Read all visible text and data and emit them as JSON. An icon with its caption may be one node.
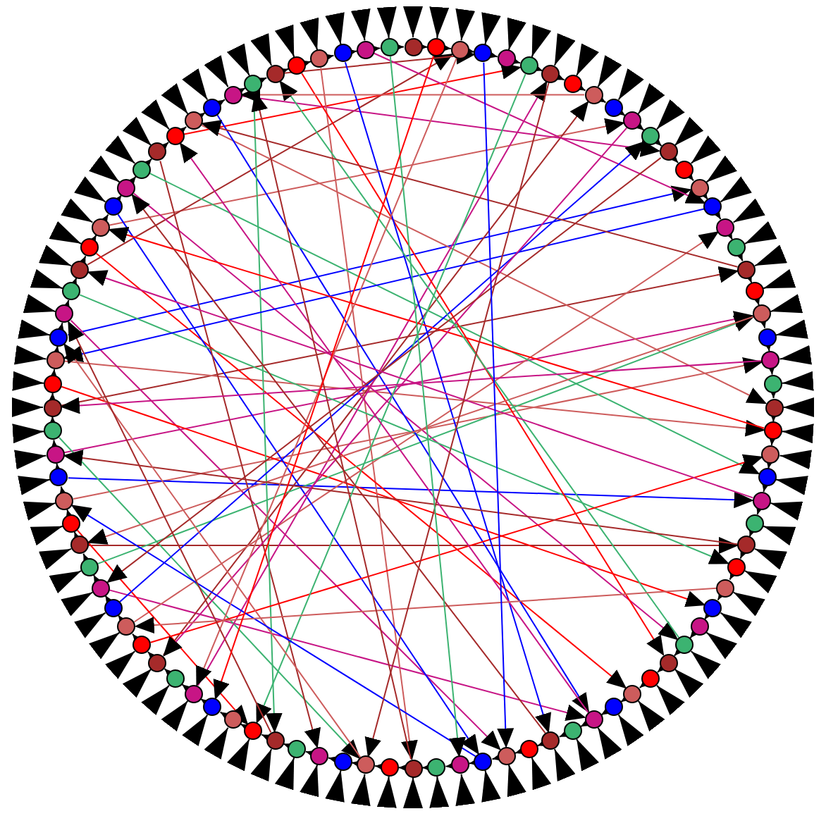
{
  "diagram": {
    "nodes": [
      {
        "text": [],
        "shape": "circle"
      },
      {
        "text": [],
        "shape": "circle"
      },
      {
        "text": [],
        "shape": "circle"
      },
      {
        "text": [],
        "shape": "circle"
      },
      {
        "text": [],
        "shape": "circle"
      },
      {
        "text": [],
        "shape": "circle"
      },
      {
        "text": [],
        "shape": "circle"
      },
      {
        "text": [],
        "shape": "circle"
      },
      {
        "text": [],
        "shape": "circle"
      },
      {
        "text": [],
        "shape": "circle"
      },
      {
        "text": [],
        "shape": "circle"
      },
      {
        "text": [],
        "shape": "circle"
      },
      {
        "text": [],
        "shape": "circle"
      },
      {
        "text": [],
        "shape": "circle"
      },
      {
        "text": [],
        "shape": "circle"
      },
      {
        "text": [],
        "shape": "circle"
      },
      {
        "text": [],
        "shape": "circle"
      },
      {
        "text": [],
        "shape": "circle"
      },
      {
        "text": [],
        "shape": "circle"
      },
      {
        "text": [],
        "shape": "circle"
      },
      {
        "text": [],
        "shape": "circle"
      },
      {
        "text": [],
        "shape": "circle"
      },
      {
        "text": [],
        "shape": "circle"
      },
      {
        "text": [],
        "shape": "circle"
      },
      {
        "text": [],
        "shape": "circle"
      },
      {
        "text": [],
        "shape": "circle"
      },
      {
        "text": [],
        "shape": "circle"
      },
      {
        "text": [],
        "shape": "circle"
      },
      {
        "text": [],
        "shape": "circle"
      },
      {
        "text": [],
        "shape": "circle"
      },
      {
        "text": [],
        "shape": "circle"
      },
      {
        "text": [],
        "shape": "circle"
      },
      {
        "text": [],
        "shape": "circle"
      },
      {
        "text": [],
        "shape": "circle"
      },
      {
        "text": [],
        "shape": "circle"
      },
      {
        "text": [],
        "shape": "circle"
      },
      {
        "text": [],
        "shape": "circle"
      },
      {
        "text": [],
        "shape": "circle"
      },
      {
        "text": [],
        "shape": "circle"
      },
      {
        "text": [],
        "shape": "circle"
      },
      {
        "text": [],
        "shape": "circle"
      },
      {
        "text": [],
        "shape": "circle"
      },
      {
        "text": [],
        "shape": "circle"
      },
      {
        "text": [],
        "shape": "circle"
      },
      {
        "text": [],
        "shape": "circle"
      },
      {
        "text": [],
        "shape": "circle"
      },
      {
        "text": [],
        "shape": "circle"
      },
      {
        "text": [],
        "shape": "circle"
      },
      {
        "text": [],
        "shape": "circle"
      },
      {
        "text": [],
        "shape": "circle"
      },
      {
        "text": [],
        "shape": "circle"
      },
      {
        "text": [],
        "shape": "circle"
      },
      {
        "text": [],
        "shape": "circle"
      },
      {
        "text": [],
        "shape": "circle"
      },
      {
        "text": [],
        "shape": "circle"
      },
      {
        "text": [],
        "shape": "circle"
      },
      {
        "text": [],
        "shape": "circle"
      },
      {
        "text": [],
        "shape": "circle"
      },
      {
        "text": [],
        "shape": "circle"
      },
      {
        "text": [],
        "shape": "circle"
      },
      {
        "text": [],
        "shape": "circle"
      },
      {
        "text": [],
        "shape": "circle"
      },
      {
        "text": [],
        "shape": "circle"
      },
      {
        "text": [],
        "shape": "circle"
      },
      {
        "text": [],
        "shape": "circle"
      },
      {
        "text": [],
        "shape": "circle"
      },
      {
        "text": [],
        "shape": "circle"
      },
      {
        "text": [],
        "shape": "circle"
      },
      {
        "text": [],
        "shape": "circle"
      },
      {
        "text": [],
        "shape": "circle"
      },
      {
        "text": [],
        "shape": "circle"
      },
      {
        "text": [],
        "shape": "circle"
      },
      {
        "text": [],
        "shape": "circle"
      },
      {
        "text": [],
        "shape": "circle"
      },
      {
        "text": [],
        "shape": "circle"
      },
      {
        "text": [],
        "shape": "circle"
      },
      {
        "text": [],
        "shape": "circle"
      },
      {
        "text": [],
        "shape": "circle"
      },
      {
        "text": [],
        "shape": "circle"
      },
      {
        "text": [],
        "shape": "circle"
      },
      {
        "text": [],
        "shape": "circle"
      },
      {
        "text": [],
        "shape": "circle"
      },
      {
        "text": [],
        "shape": "circle"
      },
      {
        "text": [],
        "shape": "circle"
      },
      {
        "text": [],
        "shape": "circle"
      },
      {
        "text": [],
        "shape": "circle"
      },
      {
        "text": [],
        "shape": "circle"
      },
      {
        "text": [],
        "shape": "circle"
      },
      {
        "text": [],
        "shape": "circle"
      },
      {
        "text": [],
        "shape": "circle"
      },
      {
        "text": [],
        "shape": "circle"
      },
      {
        "text": [],
        "shape": "circle"
      },
      {
        "text": [],
        "shape": "circle"
      },
      {
        "text": [],
        "shape": "circle"
      },
      {
        "text": [],
        "shape": "circle"
      },
      {
        "text": [],
        "shape": "circle"
      }
    ],
    "edges": [
      {
        "from": null,
        "to": 0,
        "arrow": "to"
      },
      {
        "from": null,
        "to": 1,
        "arrow": "to"
      },
      {
        "from": null,
        "to": 2,
        "arrow": "to"
      },
      {
        "from": null,
        "to": 3,
        "arrow": "to"
      },
      {
        "from": null,
        "to": 4,
        "arrow": "to"
      },
      {
        "from": null,
        "to": 5,
        "arrow": "to"
      },
      {
        "from": null,
        "to": 6,
        "arrow": "to"
      },
      {
        "from": null,
        "to": 7,
        "arrow": "to"
      },
      {
        "from": null,
        "to": 8,
        "arrow": "to"
      },
      {
        "from": null,
        "to": 9,
        "arrow": "to"
      },
      {
        "from": null,
        "to": 10,
        "arrow": "to"
      },
      {
        "from": null,
        "to": 11,
        "arrow": "to"
      },
      {
        "from": null,
        "to": 12,
        "arrow": "to"
      },
      {
        "from": null,
        "to": 13,
        "arrow": "to"
      },
      {
        "from": null,
        "to": 14,
        "arrow": "to"
      },
      {
        "from": null,
        "to": 15,
        "arrow": "to"
      },
      {
        "from": null,
        "to": 16,
        "arrow": "to"
      },
      {
        "from": null,
        "to": 17,
        "arrow": "to"
      },
      {
        "from": null,
        "to": 18,
        "arrow": "to"
      },
      {
        "from": null,
        "to": 19,
        "arrow": "to"
      },
      {
        "from": null,
        "to": 20,
        "arrow": "to"
      },
      {
        "from": null,
        "to": 21,
        "arrow": "to"
      },
      {
        "from": null,
        "to": 22,
        "arrow": "to"
      },
      {
        "from": null,
        "to": 23,
        "arrow": "to"
      },
      {
        "from": null,
        "to": 24,
        "arrow": "to"
      },
      {
        "from": null,
        "to": 25,
        "arrow": "to"
      },
      {
        "from": null,
        "to": 26,
        "arrow": "to"
      },
      {
        "from": null,
        "to": 27,
        "arrow": "to"
      },
      {
        "from": null,
        "to": 28,
        "arrow": "to"
      },
      {
        "from": null,
        "to": 29,
        "arrow": "to"
      },
      {
        "from": null,
        "to": 30,
        "arrow": "to"
      },
      {
        "from": null,
        "to": 31,
        "arrow": "to"
      },
      {
        "from": null,
        "to": 32,
        "arrow": "to"
      },
      {
        "from": null,
        "to": 33,
        "arrow": "to"
      },
      {
        "from": null,
        "to": 34,
        "arrow": "to"
      },
      {
        "from": null,
        "to": 35,
        "arrow": "to"
      },
      {
        "from": null,
        "to": 36,
        "arrow": "to"
      },
      {
        "from": null,
        "to": 37,
        "arrow": "to"
      },
      {
        "from": null,
        "to": 38,
        "arrow": "to"
      },
      {
        "from": null,
        "to": 39,
        "arrow": "to"
      },
      {
        "from": null,
        "to": 40,
        "arrow": "to"
      },
      {
        "from": null,
        "to": 41,
        "arrow": "to"
      },
      {
        "from": null,
        "to": 42,
        "arrow": "to"
      },
      {
        "from": null,
        "to": 43,
        "arrow": "to"
      },
      {
        "from": null,
        "to": 44,
        "arrow": "to"
      },
      {
        "from": null,
        "to": 45,
        "arrow": "to"
      },
      {
        "from": null,
        "to": 46,
        "arrow": "to"
      },
      {
        "from": null,
        "to": 47,
        "arrow": "to"
      },
      {
        "from": null,
        "to": 48,
        "arrow": "to"
      },
      {
        "from": null,
        "to": 49,
        "arrow": "to"
      },
      {
        "from": null,
        "to": 50,
        "arrow": "to"
      },
      {
        "from": null,
        "to": 51,
        "arrow": "to"
      },
      {
        "from": null,
        "to": 52,
        "arrow": "to"
      },
      {
        "from": null,
        "to": 53,
        "arrow": "to"
      },
      {
        "from": null,
        "to": 54,
        "arrow": "to"
      },
      {
        "from": null,
        "to": 55,
        "arrow": "to"
      },
      {
        "from": null,
        "to": 56,
        "arrow": "to"
      },
      {
        "from": null,
        "to": 57,
        "arrow": "to"
      },
      {
        "from": null,
        "to": 58,
        "arrow": "to"
      },
      {
        "from": null,
        "to": 59,
        "arrow": "to"
      },
      {
        "from": null,
        "to": 60,
        "arrow": "to"
      },
      {
        "from": null,
        "to": 61,
        "arrow": "to"
      },
      {
        "from": null,
        "to": 62,
        "arrow": "to"
      },
      {
        "from": null,
        "to": 63,
        "arrow": "to"
      },
      {
        "from": null,
        "to": 64,
        "arrow": "to"
      },
      {
        "from": null,
        "to": 65,
        "arrow": "to"
      },
      {
        "from": null,
        "to": 66,
        "arrow": "to"
      },
      {
        "from": null,
        "to": 67,
        "arrow": "to"
      },
      {
        "from": null,
        "to": 68,
        "arrow": "to"
      },
      {
        "from": null,
        "to": 69,
        "arrow": "to"
      },
      {
        "from": null,
        "to": 70,
        "arrow": "to"
      },
      {
        "from": null,
        "to": 71,
        "arrow": "to"
      },
      {
        "from": null,
        "to": 72,
        "arrow": "to"
      },
      {
        "from": null,
        "to": 73,
        "arrow": "to"
      },
      {
        "from": null,
        "to": 74,
        "arrow": "to"
      },
      {
        "from": null,
        "to": 75,
        "arrow": "to"
      },
      {
        "from": null,
        "to": 76,
        "arrow": "to"
      },
      {
        "from": null,
        "to": 77,
        "arrow": "to"
      },
      {
        "from": null,
        "to": 78,
        "arrow": "to"
      },
      {
        "from": null,
        "to": 79,
        "arrow": "to"
      },
      {
        "from": null,
        "to": 80,
        "arrow": "to"
      },
      {
        "from": null,
        "to": 81,
        "arrow": "to"
      },
      {
        "from": null,
        "to": 82,
        "arrow": "to"
      },
      {
        "from": null,
        "to": 83,
        "arrow": "to"
      },
      {
        "from": null,
        "to": 84,
        "arrow": "to"
      },
      {
        "from": null,
        "to": 85,
        "arrow": "to"
      },
      {
        "from": null,
        "to": 86,
        "arrow": "to"
      },
      {
        "from": null,
        "to": 87,
        "arrow": "to"
      },
      {
        "from": null,
        "to": 88,
        "arrow": "to"
      },
      {
        "from": null,
        "to": 89,
        "arrow": "to"
      },
      {
        "from": null,
        "to": 90,
        "arrow": "to"
      },
      {
        "from": null,
        "to": 91,
        "arrow": "to"
      },
      {
        "from": null,
        "to": 92,
        "arrow": "to"
      },
      {
        "from": null,
        "to": 93,
        "arrow": "to"
      },
      {
        "from": null,
        "to": 94,
        "arrow": "to"
      },
      {
        "from": null,
        "to": 95,
        "arrow": "to"
      },
      {
        "from": 0,
        "to": 1,
        "arrow": "to"
      },
      {
        "from": 1,
        "to": 2,
        "arrow": "to"
      },
      {
        "from": 2,
        "to": 3,
        "arrow": "to"
      },
      {
        "from": 3,
        "to": 4,
        "arrow": "to"
      },
      {
        "from": 4,
        "to": 5,
        "arrow": "to"
      },
      {
        "from": 5,
        "to": 6,
        "arrow": "to"
      },
      {
        "from": 6,
        "to": 7,
        "arrow": "to"
      },
      {
        "from": 7,
        "to": 8,
        "arrow": "to"
      },
      {
        "from": 8,
        "to": 9,
        "arrow": "to"
      },
      {
        "from": 9,
        "to": 10,
        "arrow": "to"
      },
      {
        "from": 10,
        "to": 11,
        "arrow": "to"
      },
      {
        "from": 11,
        "to": 12,
        "arrow": "to"
      },
      {
        "from": 12,
        "to": 13,
        "arrow": "to"
      },
      {
        "from": 13,
        "to": 14,
        "arrow": "to"
      },
      {
        "from": 14,
        "to": 15,
        "arrow": "to"
      },
      {
        "from": 15,
        "to": 16,
        "arrow": "to"
      },
      {
        "from": 16,
        "to": 17,
        "arrow": "to"
      },
      {
        "from": 17,
        "to": 18,
        "arrow": "to"
      },
      {
        "from": 18,
        "to": 19,
        "arrow": "to"
      },
      {
        "from": 19,
        "to": 20,
        "arrow": "to"
      },
      {
        "from": 20,
        "to": 21,
        "arrow": "to"
      },
      {
        "from": 21,
        "to": 22,
        "arrow": "to"
      },
      {
        "from": 22,
        "to": 23,
        "arrow": "to"
      },
      {
        "from": 23,
        "to": 24,
        "arrow": "to"
      },
      {
        "from": 24,
        "to": 25,
        "arrow": "to"
      },
      {
        "from": 25,
        "to": 26,
        "arrow": "to"
      },
      {
        "from": 26,
        "to": 27,
        "arrow": "to"
      },
      {
        "from": 27,
        "to": 28,
        "arrow": "to"
      },
      {
        "from": 28,
        "to": 29,
        "arrow": "to"
      },
      {
        "from": 29,
        "to": 30,
        "arrow": "to"
      },
      {
        "from": 30,
        "to": 31,
        "arrow": "to"
      },
      {
        "from": 31,
        "to": 32,
        "arrow": "to"
      },
      {
        "from": 32,
        "to": 33,
        "arrow": "to"
      },
      {
        "from": 33,
        "to": 34,
        "arrow": "to"
      },
      {
        "from": 34,
        "to": 35,
        "arrow": "to"
      },
      {
        "from": 35,
        "to": 36,
        "arrow": "to"
      },
      {
        "from": 36,
        "to": 37,
        "arrow": "to"
      },
      {
        "from": 37,
        "to": 38,
        "arrow": "to"
      },
      {
        "from": 38,
        "to": 39,
        "arrow": "to"
      },
      {
        "from": 39,
        "to": 40,
        "arrow": "to"
      },
      {
        "from": 40,
        "to": 41,
        "arrow": "to"
      },
      {
        "from": 41,
        "to": 42,
        "arrow": "to"
      },
      {
        "from": 42,
        "to": 43,
        "arrow": "to"
      },
      {
        "from": 43,
        "to": 44,
        "arrow": "to"
      },
      {
        "from": 44,
        "to": 45,
        "arrow": "to"
      },
      {
        "from": 45,
        "to": 46,
        "arrow": "to"
      },
      {
        "from": 46,
        "to": 47,
        "arrow": "to"
      },
      {
        "from": 47,
        "to": 48,
        "arrow": "to"
      },
      {
        "from": 48,
        "to": 49,
        "arrow": "to"
      },
      {
        "from": 49,
        "to": 50,
        "arrow": "to"
      },
      {
        "from": 50,
        "to": 51,
        "arrow": "to"
      },
      {
        "from": 51,
        "to": 52,
        "arrow": "to"
      },
      {
        "from": 52,
        "to": 53,
        "arrow": "to"
      },
      {
        "from": 53,
        "to": 54,
        "arrow": "to"
      },
      {
        "from": 54,
        "to": 55,
        "arrow": "to"
      },
      {
        "from": 55,
        "to": 56,
        "arrow": "to"
      },
      {
        "from": 56,
        "to": 57,
        "arrow": "to"
      },
      {
        "from": 57,
        "to": 58,
        "arrow": "to"
      },
      {
        "from": 58,
        "to": 59,
        "arrow": "to"
      },
      {
        "from": 59,
        "to": 60,
        "arrow": "to"
      },
      {
        "from": 60,
        "to": 61,
        "arrow": "to"
      },
      {
        "from": 61,
        "to": 62,
        "arrow": "to"
      },
      {
        "from": 62,
        "to": 63,
        "arrow": "to"
      },
      {
        "from": 63,
        "to": 64,
        "arrow": "to"
      },
      {
        "from": 64,
        "to": 65,
        "arrow": "to"
      },
      {
        "from": 65,
        "to": 66,
        "arrow": "to"
      },
      {
        "from": 66,
        "to": 67,
        "arrow": "to"
      },
      {
        "from": 67,
        "to": 68,
        "arrow": "to"
      },
      {
        "from": 68,
        "to": 69,
        "arrow": "to"
      },
      {
        "from": 69,
        "to": 70,
        "arrow": "to"
      },
      {
        "from": 70,
        "to": 71,
        "arrow": "to"
      },
      {
        "from": 71,
        "to": 72,
        "arrow": "to"
      },
      {
        "from": 72,
        "to": 73,
        "arrow": "to"
      },
      {
        "from": 73,
        "to": 74,
        "arrow": "to"
      },
      {
        "from": 74,
        "to": 75,
        "arrow": "to"
      },
      {
        "from": 75,
        "to": 76,
        "arrow": "to"
      },
      {
        "from": 76,
        "to": 77,
        "arrow": "to"
      },
      {
        "from": 77,
        "to": 78,
        "arrow": "to"
      },
      {
        "from": 78,
        "to": 79,
        "arrow": "to"
      },
      {
        "from": 79,
        "to": 80,
        "arrow": "to"
      },
      {
        "from": 80,
        "to": 81,
        "arrow": "to"
      },
      {
        "from": 81,
        "to": 82,
        "arrow": "to"
      },
      {
        "from": 82,
        "to": 83,
        "arrow": "to"
      },
      {
        "from": 83,
        "to": 84,
        "arrow": "to"
      },
      {
        "from": 84,
        "to": 85,
        "arrow": "to"
      },
      {
        "from": 85,
        "to": 86,
        "arrow": "to"
      },
      {
        "from": 86,
        "to": 87,
        "arrow": "to"
      },
      {
        "from": 87,
        "to": 88,
        "arrow": "to"
      },
      {
        "from": 88,
        "to": 89,
        "arrow": "to"
      },
      {
        "from": 89,
        "to": 90,
        "arrow": "to"
      },
      {
        "from": 90,
        "to": 91,
        "arrow": "to"
      },
      {
        "from": 91,
        "to": 92,
        "arrow": "to"
      },
      {
        "from": 92,
        "to": 93,
        "arrow": "to"
      },
      {
        "from": 93,
        "to": 94,
        "arrow": "to"
      },
      {
        "from": 94,
        "to": 95,
        "arrow": "to"
      },
      {
        "from": 95,
        "to": 0,
        "arrow": "to"
      },
      {
        "from": 70,
        "to": 20,
        "arrow": "to",
        "color": "#c71585"
      },
      {
        "from": 72,
        "to": 18,
        "arrow": "to",
        "color": "#a52a2a"
      },
      {
        "from": 75,
        "to": 14,
        "arrow": "to",
        "color": "#0000ff"
      },
      {
        "from": 68,
        "to": 22,
        "arrow": "to",
        "color": "#cd5c5c"
      },
      {
        "from": 80,
        "to": 10,
        "arrow": "to",
        "color": "#cd5c5c"
      },
      {
        "from": 66,
        "to": 30,
        "arrow": "to",
        "color": "#a52a2a"
      },
      {
        "from": 78,
        "to": 2,
        "arrow": "to",
        "color": "#a52a2a"
      },
      {
        "from": 74,
        "to": 25,
        "arrow": "to",
        "color": "#cd5c5c"
      },
      {
        "from": 64,
        "to": 40,
        "arrow": "to",
        "color": "#c71585"
      },
      {
        "from": 82,
        "to": 35,
        "arrow": "to",
        "color": "#c71585"
      },
      {
        "from": 85,
        "to": 5,
        "arrow": "to",
        "color": "#ff0000"
      },
      {
        "from": 88,
        "to": 12,
        "arrow": "to",
        "color": "#c71585"
      },
      {
        "from": 69,
        "to": 28,
        "arrow": "to",
        "color": "#0000ff"
      },
      {
        "from": 76,
        "to": 44,
        "arrow": "to",
        "color": "#c71585"
      },
      {
        "from": 71,
        "to": 50,
        "arrow": "to",
        "color": "#3cb371"
      },
      {
        "from": 73,
        "to": 33,
        "arrow": "to",
        "color": "#ff0000"
      },
      {
        "from": 60,
        "to": 8,
        "arrow": "to",
        "color": "#a52a2a"
      },
      {
        "from": 62,
        "to": 16,
        "arrow": "to",
        "color": "#cd5c5c"
      },
      {
        "from": 90,
        "to": 3,
        "arrow": "to",
        "color": "#a52a2a"
      },
      {
        "from": 92,
        "to": 48,
        "arrow": "to",
        "color": "#cd5c5c"
      },
      {
        "from": 86,
        "to": 24,
        "arrow": "to",
        "color": "#cd5c5c"
      },
      {
        "from": 79,
        "to": 38,
        "arrow": "to",
        "color": "#ff0000"
      },
      {
        "from": 67,
        "to": 55,
        "arrow": "to",
        "color": "#ff0000"
      },
      {
        "from": 65,
        "to": 20,
        "arrow": "to",
        "color": "#3cb371"
      },
      {
        "from": 81,
        "to": 45,
        "arrow": "to",
        "color": "#0000ff"
      },
      {
        "from": 77,
        "to": 31,
        "arrow": "to",
        "color": "#3cb371"
      },
      {
        "from": 84,
        "to": 52,
        "arrow": "to",
        "color": "#a52a2a"
      },
      {
        "from": 58,
        "to": 6,
        "arrow": "to",
        "color": "#c71585"
      },
      {
        "from": 94,
        "to": 15,
        "arrow": "to",
        "color": "#c71585"
      },
      {
        "from": 87,
        "to": 40,
        "arrow": "to",
        "color": "#0000ff"
      },
      {
        "from": 83,
        "to": 27,
        "arrow": "to",
        "color": "#3cb371"
      },
      {
        "from": 89,
        "to": 54,
        "arrow": "to",
        "color": "#3cb371"
      },
      {
        "from": 91,
        "to": 36,
        "arrow": "to",
        "color": "#ff0000"
      },
      {
        "from": 63,
        "to": 11,
        "arrow": "to",
        "color": "#0000ff"
      },
      {
        "from": 61,
        "to": 26,
        "arrow": "to",
        "color": "#ff0000"
      },
      {
        "from": 93,
        "to": 42,
        "arrow": "to",
        "color": "#0000ff"
      },
      {
        "from": 20,
        "to": 66,
        "arrow": "to",
        "color": "#cd5c5c"
      },
      {
        "from": 15,
        "to": 74,
        "arrow": "to",
        "color": "#0000ff"
      },
      {
        "from": 30,
        "to": 70,
        "arrow": "to",
        "color": "#a52a2a"
      },
      {
        "from": 25,
        "to": 80,
        "arrow": "to",
        "color": "#ff0000"
      },
      {
        "from": 10,
        "to": 60,
        "arrow": "to",
        "color": "#c71585"
      },
      {
        "from": 5,
        "to": 55,
        "arrow": "to",
        "color": "#3cb371"
      },
      {
        "from": 40,
        "to": 85,
        "arrow": "to",
        "color": "#c71585"
      },
      {
        "from": 35,
        "to": 90,
        "arrow": "to",
        "color": "#3cb371"
      },
      {
        "from": 50,
        "to": 75,
        "arrow": "to",
        "color": "#cd5c5c"
      },
      {
        "from": 45,
        "to": 68,
        "arrow": "to",
        "color": "#0000ff"
      },
      {
        "from": 12,
        "to": 64,
        "arrow": "to",
        "color": "#a52a2a"
      },
      {
        "from": 18,
        "to": 86,
        "arrow": "to",
        "color": "#a52a2a"
      },
      {
        "from": 28,
        "to": 78,
        "arrow": "to",
        "color": "#c71585"
      },
      {
        "from": 8,
        "to": 88,
        "arrow": "to",
        "color": "#cd5c5c"
      },
      {
        "from": 2,
        "to": 58,
        "arrow": "to",
        "color": "#cd5c5c"
      },
      {
        "from": 22,
        "to": 72,
        "arrow": "to",
        "color": "#c71585"
      },
      {
        "from": 32,
        "to": 62,
        "arrow": "to",
        "color": "#cd5c5c"
      },
      {
        "from": 42,
        "to": 82,
        "arrow": "to",
        "color": "#a52a2a"
      },
      {
        "from": 48,
        "to": 89,
        "arrow": "to",
        "color": "#a52a2a"
      },
      {
        "from": 54,
        "to": 76,
        "arrow": "to",
        "color": "#a52a2a"
      },
      {
        "from": 6,
        "to": 50,
        "arrow": "to",
        "color": "#a52a2a"
      },
      {
        "from": 95,
        "to": 46,
        "arrow": "to",
        "color": "#3cb371"
      },
      {
        "from": 3,
        "to": 44,
        "arrow": "to",
        "color": "#0000ff"
      },
      {
        "from": 1,
        "to": 57,
        "arrow": "to",
        "color": "#ff0000"
      }
    ]
  }
}
